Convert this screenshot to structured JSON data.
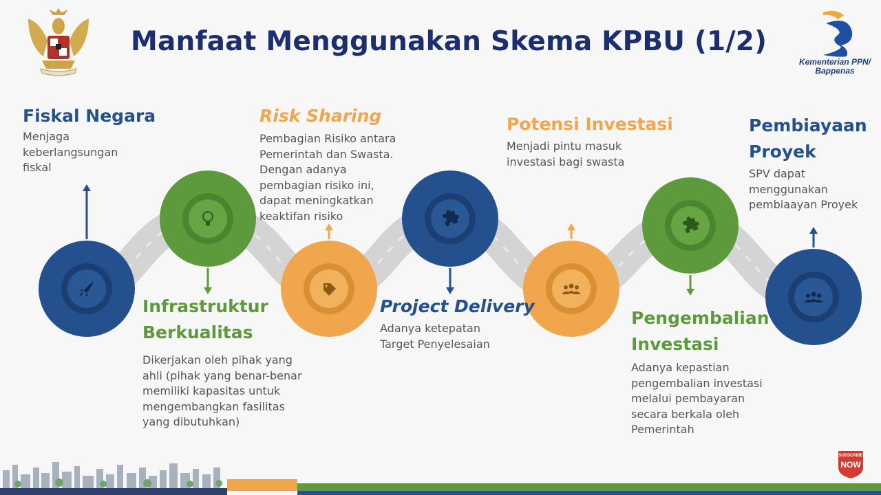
{
  "title": "Manfaat Menggunakan Skema KPBU (1/2)",
  "ministry_logo": {
    "line1": "Kementerian PPN/",
    "line2": "Bappenas"
  },
  "colors": {
    "blue": "#24508d",
    "green": "#5c9a3b",
    "orange": "#f0a64c",
    "title": "#1d2e6e",
    "road": "#d2d2d2"
  },
  "steps": [
    {
      "heading": [
        "Fiskal Negara"
      ],
      "desc": [
        "Menjaga",
        "keberlangsungan",
        "fiskal"
      ],
      "icon": "rocket-icon",
      "color": "blue"
    },
    {
      "heading": [
        "Infrastruktur",
        "Berkualitas"
      ],
      "desc": [
        "Dikerjakan oleh pihak yang",
        "ahli (pihak yang benar-benar",
        "memiliki kapasitas untuk",
        "mengembangkan fasilitas",
        "yang dibutuhkan)"
      ],
      "icon": "lightbulb-icon",
      "color": "green"
    },
    {
      "heading": [
        "Risk Sharing"
      ],
      "desc": [
        "Pembagian Risiko antara",
        "Pemerintah dan Swasta.",
        "Dengan adanya",
        "pembagian risiko ini,",
        "dapat meningkatkan",
        "keaktifan risiko"
      ],
      "icon": "tag-icon",
      "color": "orange"
    },
    {
      "heading": [
        "Project Delivery"
      ],
      "desc": [
        "Adanya ketepatan",
        "Target Penyelesaian"
      ],
      "icon": "puzzle-icon",
      "color": "blue"
    },
    {
      "heading": [
        "Potensi Investasi"
      ],
      "desc": [
        "Menjadi pintu masuk",
        "investasi bagi swasta"
      ],
      "icon": "people-icon",
      "color": "orange"
    },
    {
      "heading": [
        "Pengembalian",
        "Investasi"
      ],
      "desc": [
        "Adanya kepastian",
        "pengembalian investasi",
        "melalui pembayaran",
        "secara berkala oleh",
        "Pemerintah"
      ],
      "icon": "puzzle-icon",
      "color": "green"
    },
    {
      "heading": [
        "Pembiayaan",
        "Proyek"
      ],
      "desc": [
        "SPV dapat",
        "menggunakan",
        "pembiaayan Proyek"
      ],
      "icon": "people-icon",
      "color": "blue"
    }
  ],
  "subscribe_badge": {
    "line1": "SUBSCRIBE",
    "line2": "NOW"
  }
}
